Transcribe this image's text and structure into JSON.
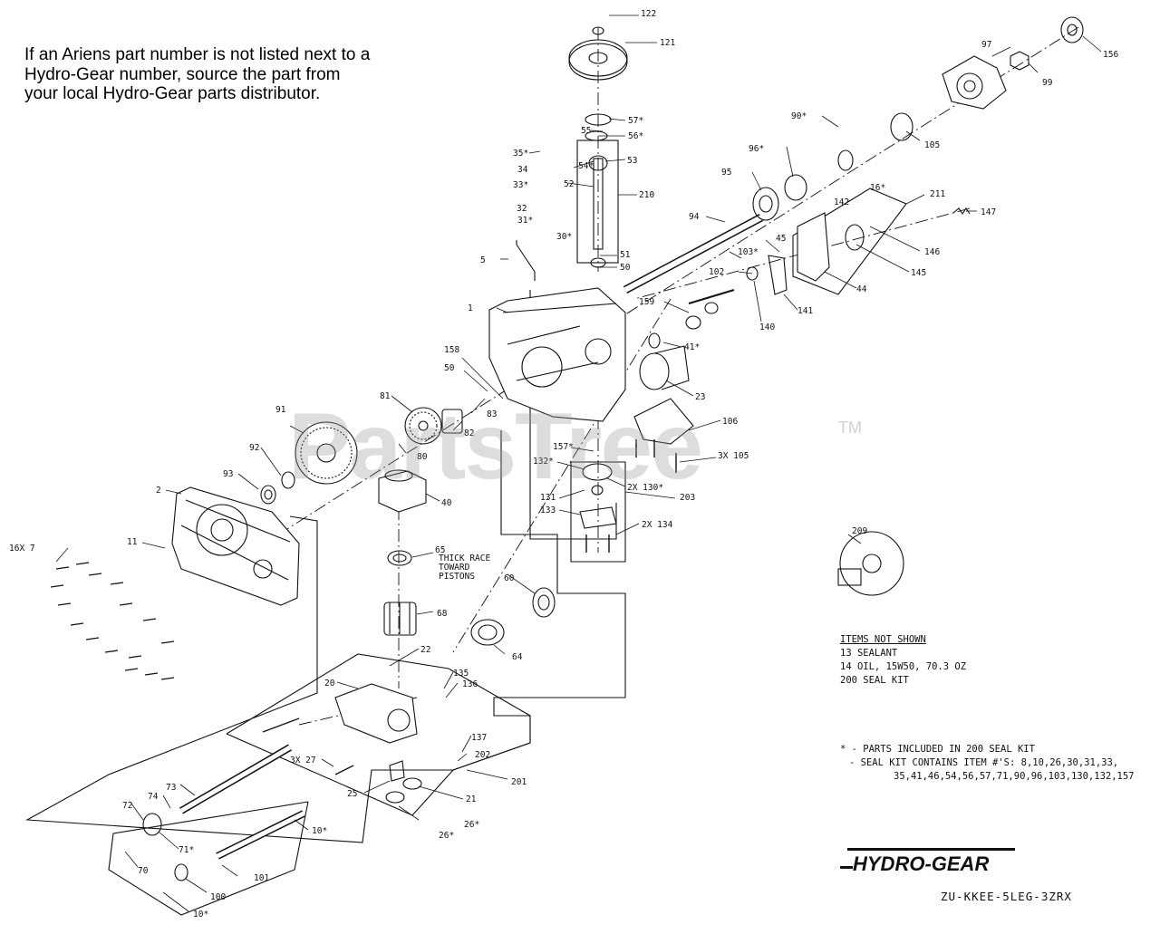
{
  "notice": {
    "line1": "If an Ariens part number is not listed next to a",
    "line2": "Hydro-Gear number, source the part from",
    "line3": "your local Hydro-Gear parts distributor."
  },
  "watermark": {
    "text": "PartsTree",
    "tm": "TM"
  },
  "callouts": [
    "122",
    "121",
    "57*",
    "56*",
    "55",
    "54*",
    "53",
    "52",
    "210",
    "51",
    "50",
    "35*",
    "34",
    "33*",
    "32",
    "31*",
    "30*",
    "5",
    "97",
    "99",
    "156",
    "105",
    "90*",
    "96*",
    "95",
    "94",
    "142",
    "16*",
    "211",
    "147",
    "146",
    "45",
    "103*",
    "145",
    "44",
    "102",
    "140",
    "141",
    "159",
    "41*",
    "1",
    "158",
    "50",
    "23",
    "106",
    "3X 105",
    "91",
    "81",
    "83",
    "82",
    "80",
    "92",
    "93",
    "2",
    "11",
    "16X 7",
    "40",
    "157*",
    "132*",
    "2X 130*",
    "203",
    "131",
    "133",
    "2X 134",
    "209",
    "65",
    "60",
    "68",
    "64",
    "22",
    "20",
    "135",
    "136",
    "137",
    "202",
    "3X 27",
    "25",
    "21",
    "201",
    "73",
    "74",
    "72",
    "71*",
    "26*",
    "26*",
    "10*",
    "70",
    "100",
    "101",
    "10*"
  ],
  "race_note": [
    "THICK RACE",
    "TOWARD",
    "PISTONS"
  ],
  "notes": {
    "heading": "ITEMS NOT SHOWN",
    "line1": "13 SEALANT",
    "line2": "14 OIL, 15W50, 70.3 OZ",
    "line3": "200 SEAL KIT"
  },
  "legend": {
    "line1": "* - PARTS INCLUDED IN 200 SEAL KIT",
    "line2": "- SEAL KIT CONTAINS ITEM #'S: 8,10,26,30,31,33,",
    "line3": "35,41,46,54,56,57,71,90,96,103,130,132,157"
  },
  "brand": {
    "name": "HYDRO-GEAR"
  },
  "model": {
    "code": "ZU-KKEE-5LEG-3ZRX"
  }
}
